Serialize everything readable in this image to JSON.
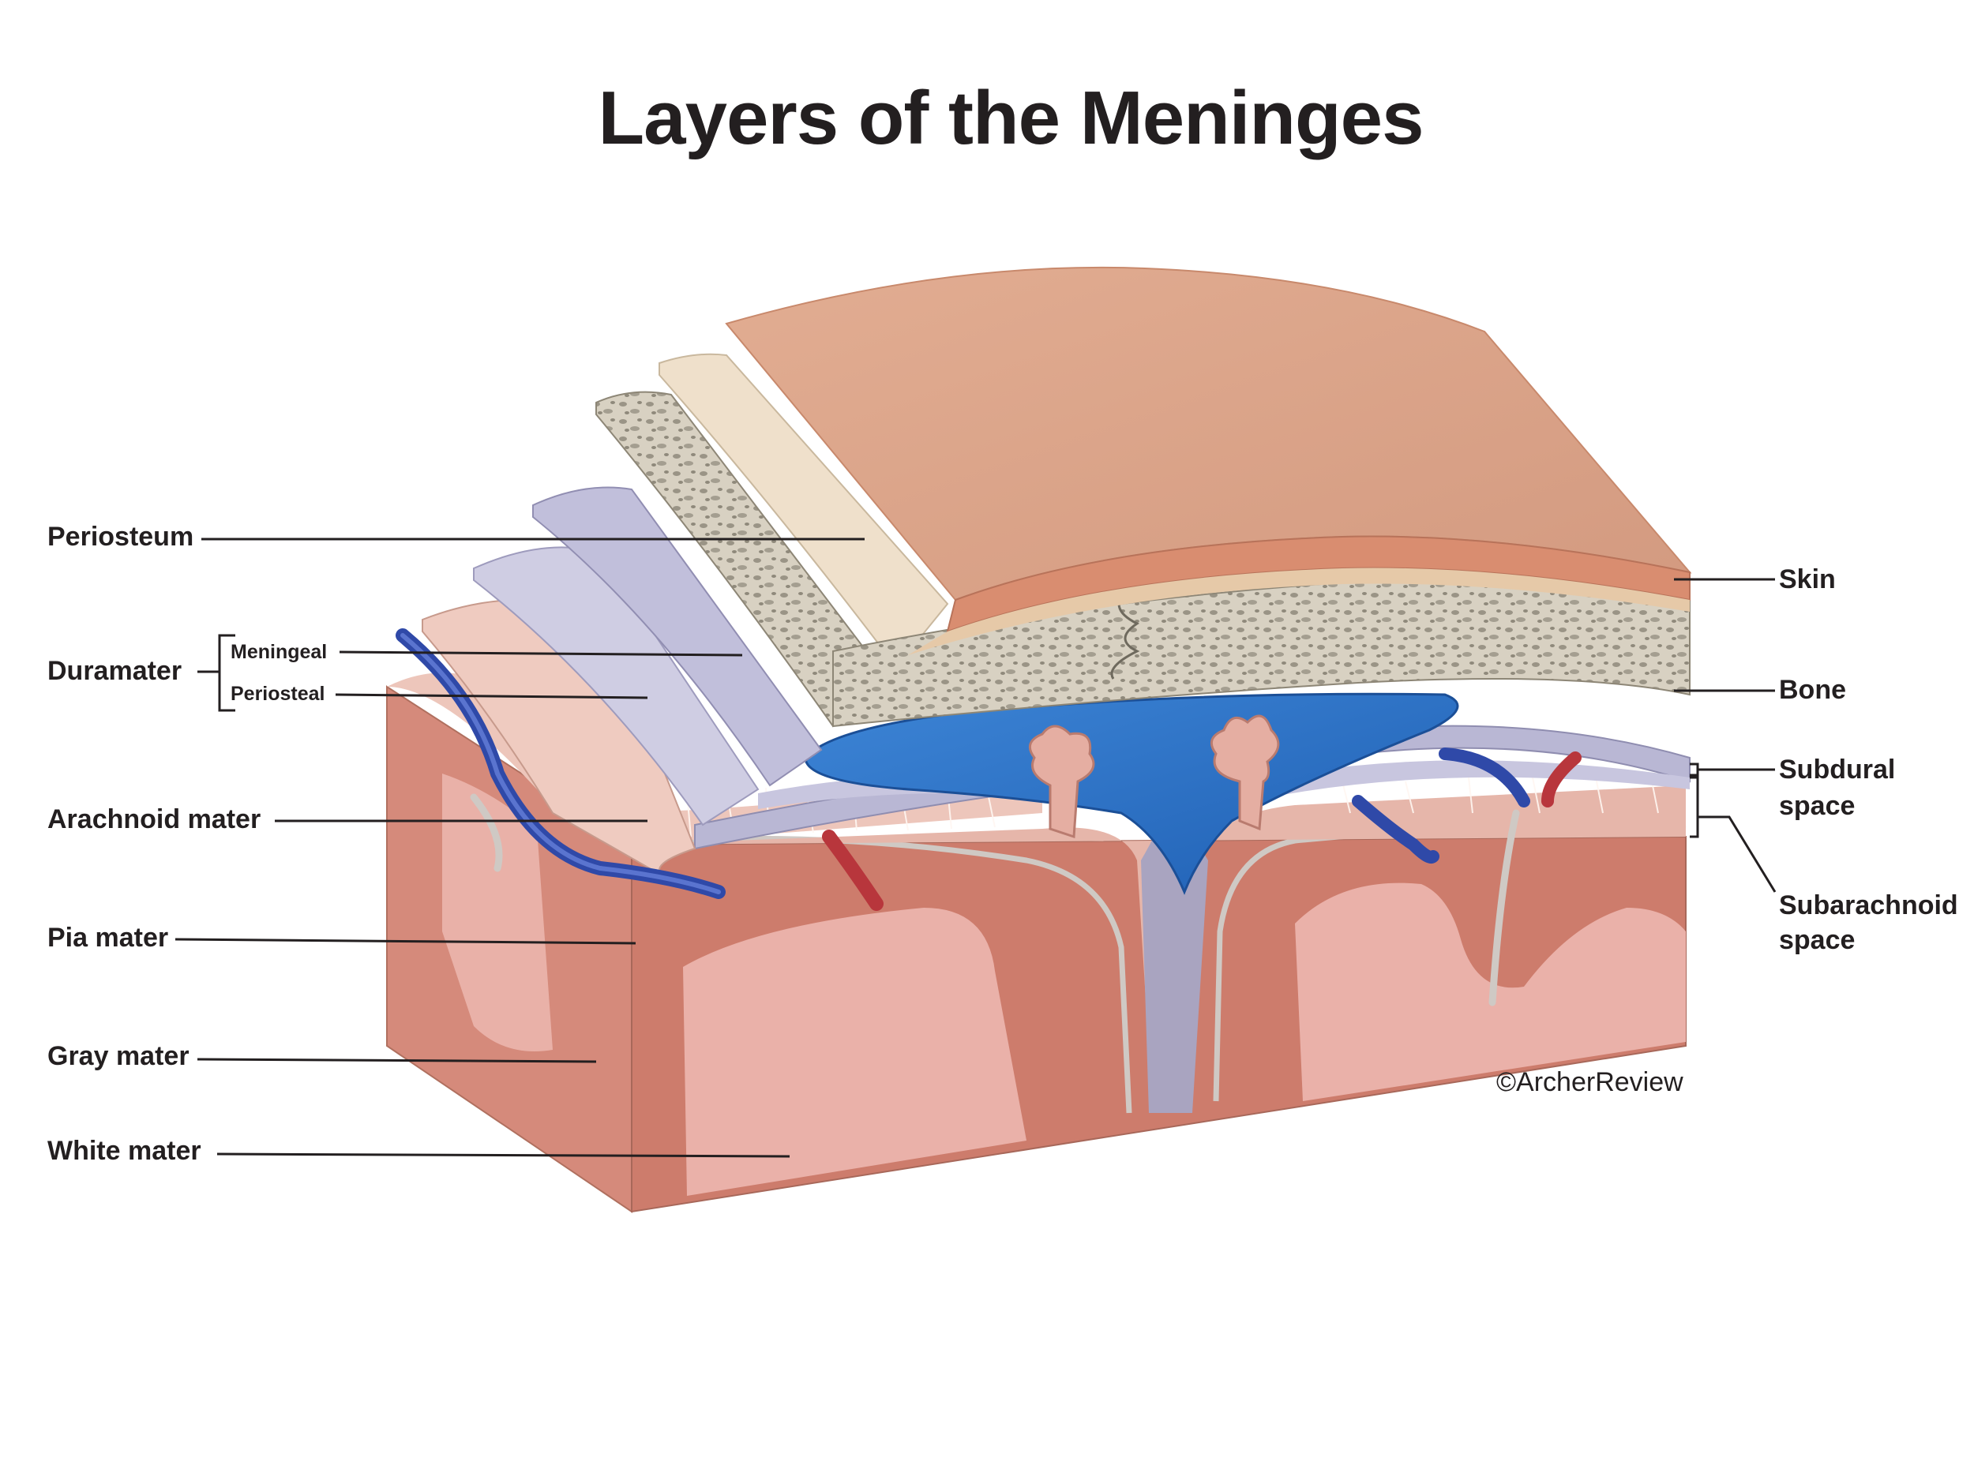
{
  "title": "Layers of the Meninges",
  "labels_left": {
    "periosteum": "Periosteum",
    "duramater": "Duramater",
    "meningeal": "Meningeal",
    "periosteal": "Periosteal",
    "arachnoid": "Arachnoid mater",
    "pia": "Pia mater",
    "gray": "Gray mater",
    "white": "White mater"
  },
  "labels_right": {
    "skin": "Skin",
    "bone": "Bone",
    "subdural_line1": "Subdural",
    "subdural_line2": "space",
    "subarachnoid_line1": "Subarachnoid",
    "subarachnoid_line2": "space"
  },
  "credit": "©ArcherReview",
  "colors": {
    "skin": "#dca48a",
    "bone": "#d6cfc0",
    "dura": "#c3c4dc",
    "arachnoid": "#e9c2b7",
    "csf_blue": "#2f72c4",
    "gray_matter": "#cf7f70",
    "white_matter": "#eab1a9",
    "vein": "#2f49a8",
    "artery": "#b8363c",
    "label_text": "#231f20"
  }
}
